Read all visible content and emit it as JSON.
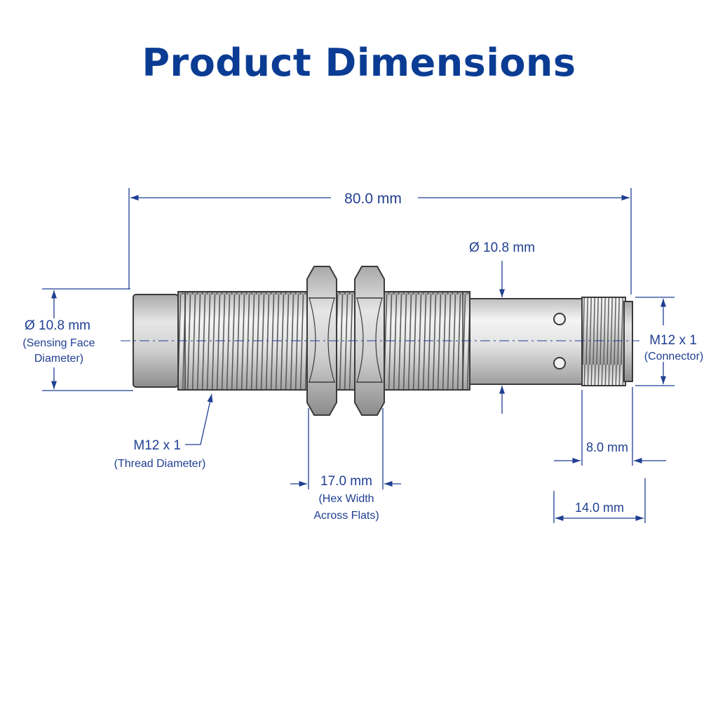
{
  "title": "Product Dimensions",
  "dimensions": {
    "overall_length": "80.0 mm",
    "body_diameter": "Ø 10.8 mm",
    "sensing_face_diameter": "Ø 10.8 mm",
    "sensing_face_label_1": "(Sensing Face",
    "sensing_face_label_2": "Diameter)",
    "thread": "M12 x 1",
    "thread_label": "(Thread Diameter)",
    "connector": "M12 x 1",
    "connector_label": "(Connector)",
    "hex_width": "17.0 mm",
    "hex_label_1": "(Hex Width",
    "hex_label_2": "Across Flats)",
    "connector_length": "8.0 mm",
    "rear_length": "14.0 mm"
  },
  "colors": {
    "title": "#0b3c94",
    "dimension_lines": "#1f3f93",
    "outline": "#3a3a3a",
    "metal": "#d9d9d9"
  }
}
